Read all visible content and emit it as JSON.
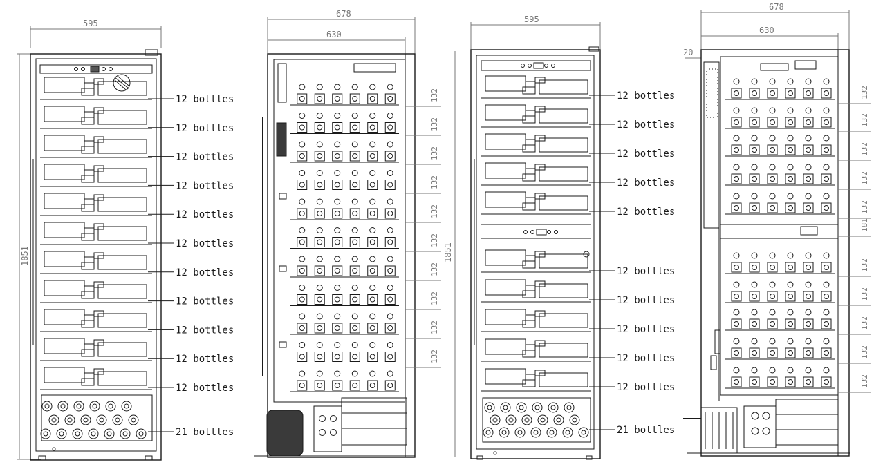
{
  "views": [
    {
      "id": "front-single",
      "width_label": "595",
      "height_label": "1851",
      "shelf_labels": [
        "12 bottles",
        "12 bottles",
        "12 bottles",
        "12 bottles",
        "12 bottles",
        "12 bottles",
        "12 bottles",
        "12 bottles",
        "12 bottles",
        "12 bottles",
        "12 bottles"
      ],
      "bottom_label": "21 bottles"
    },
    {
      "id": "side-single",
      "depth_label": "678",
      "inner_depth_label": "630",
      "pitch_labels": [
        "132",
        "132",
        "132",
        "132",
        "132",
        "132",
        "132",
        "132",
        "132",
        "132"
      ]
    },
    {
      "id": "front-dual",
      "width_label": "595",
      "height_label": "1851",
      "upper_labels": [
        "12 bottles",
        "12 bottles",
        "12 bottles",
        "12 bottles",
        "12 bottles"
      ],
      "lower_labels": [
        "12 bottles",
        "12 bottles",
        "12 bottles",
        "12 bottles",
        "12 bottles"
      ],
      "bottom_label": "21 bottles"
    },
    {
      "id": "side-dual",
      "depth_label": "678",
      "inner_depth_label": "630",
      "gap_label": "20",
      "pitch_labels": [
        "132",
        "132",
        "132",
        "132",
        "132",
        "181",
        "132",
        "132",
        "132",
        "132",
        "132"
      ]
    }
  ],
  "colors": {
    "line": "#1a1a1a",
    "dim": "#555555",
    "dark_fill": "#3a3a3a"
  }
}
